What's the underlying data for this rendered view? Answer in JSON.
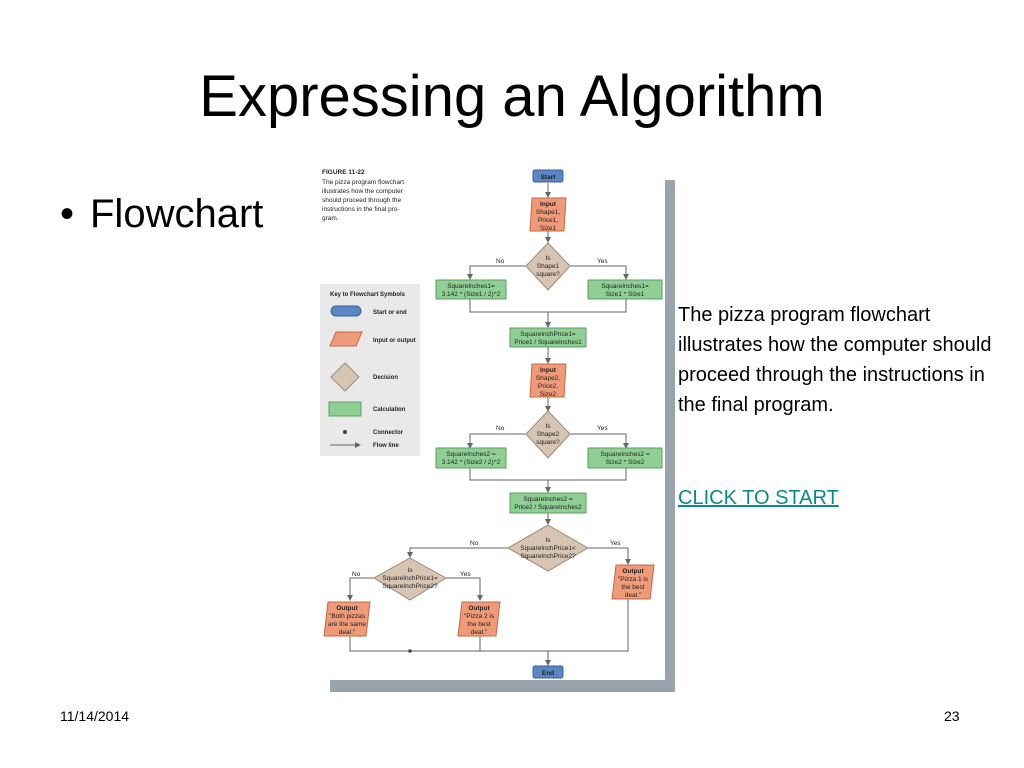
{
  "slide": {
    "title": "Expressing an Algorithm",
    "bullet": "Flowchart",
    "bullet_marker": "•",
    "description": "The pizza program flowchart illustrates how the computer should proceed through the instructions in the final program.",
    "link_text": "CLICK TO START",
    "date": "11/14/2014",
    "page_number": "23"
  },
  "figure": {
    "caption_title": "FIGURE 11-22",
    "caption_lines": [
      "The pizza program flowchart",
      "illustrates how the computer",
      "should proceed through the",
      "instructions in the final pro-",
      "gram."
    ],
    "key_title": "Key to Flowchart Symbols",
    "key_items": [
      "Start or end",
      "Input or output",
      "Decision",
      "Calculation",
      "Connector",
      "Flow line"
    ],
    "start": "Start",
    "end": "End",
    "input1": [
      "Input",
      "Shape1,",
      "Price1,",
      "Size1"
    ],
    "decision1": [
      "Is",
      "Shape1",
      "square?"
    ],
    "calc1_left": [
      "SquareInches1=",
      "3.142 * (Size1 / 2)^2"
    ],
    "calc1_right": [
      "SquareInches1=",
      "Size1 * Size1"
    ],
    "calc_price1": [
      "SquareInchPrice1=",
      "Price1 / SquareInches1"
    ],
    "input2": [
      "Input",
      "Shape2,",
      "Price2,",
      "Size2"
    ],
    "decision2": [
      "Is",
      "Shape2",
      "square?"
    ],
    "calc2_left": [
      "SquareInches2 =",
      "3.142 * (Size2 / 2)^2"
    ],
    "calc2_right": [
      "SquareInches2 =",
      "Size2 * Size2"
    ],
    "calc_price2": [
      "SquareInches2 =",
      "Price2 / SquareInches2"
    ],
    "decision3": [
      "Is",
      "SquareInchPrice1<",
      "SquareInchPrice2?"
    ],
    "decision4": [
      "Is",
      "SquareInchPrice1=",
      "SquareInchPrice2?"
    ],
    "output_both": [
      "Output",
      "\"Both pizzas",
      "are the same",
      "deal.\""
    ],
    "output_pizza2": [
      "Output",
      "\"Pizza 2 is",
      "the best",
      "deal.\""
    ],
    "output_pizza1": [
      "Output",
      "\"Pizza 1 is",
      "the best",
      "deal.\""
    ],
    "no_label": "No",
    "yes_label": "Yes",
    "colors": {
      "terminal": "#5b86c4",
      "io": "#ef9a78",
      "decision": "#d7c4b2",
      "calc": "#8fcf94"
    }
  }
}
